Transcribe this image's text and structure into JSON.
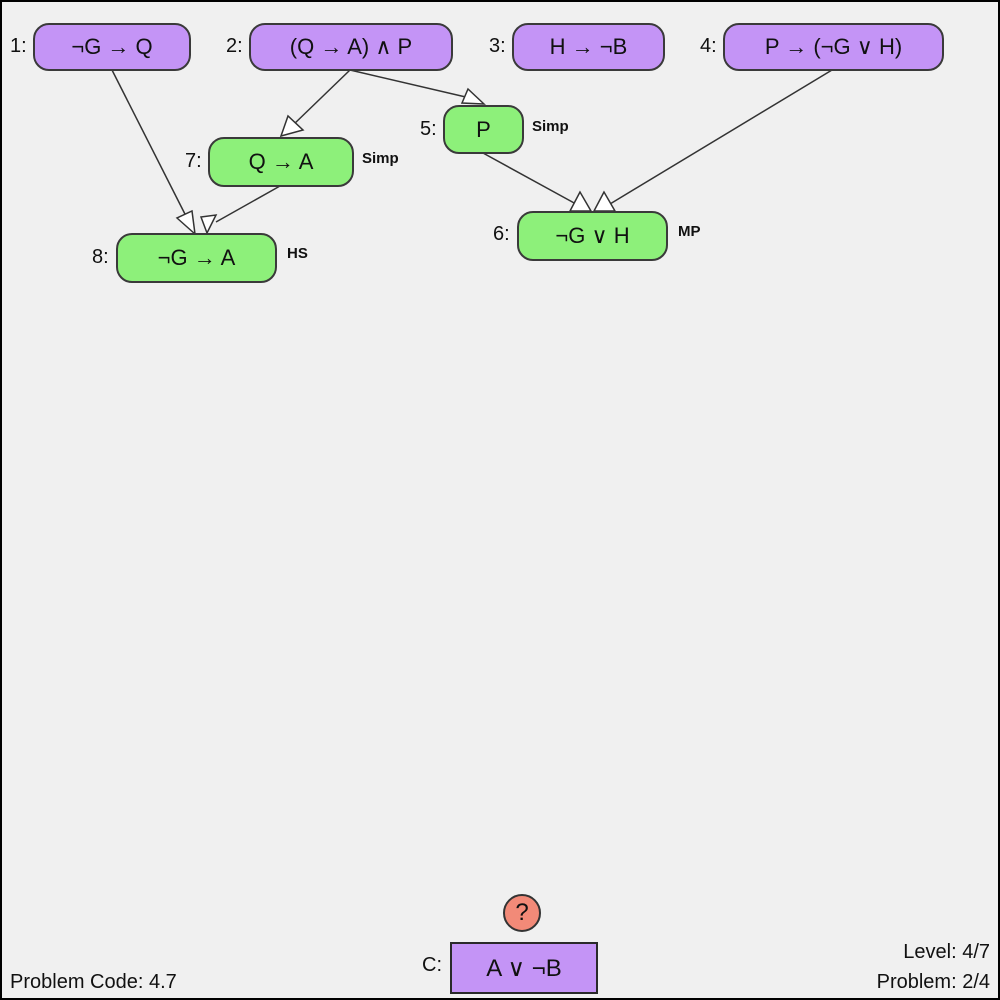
{
  "colors": {
    "premise": "#c494f6",
    "derived": "#8df07a",
    "goal": "#c494f6",
    "help_button": "#f28a78",
    "background": "#f0f0f0"
  },
  "premises": [
    {
      "number": "1:",
      "formula": "¬G → Q"
    },
    {
      "number": "2:",
      "formula": "(Q → A) ∧ P"
    },
    {
      "number": "3:",
      "formula": "H → ¬B"
    },
    {
      "number": "4:",
      "formula": "P → (¬G ∨ H)"
    }
  ],
  "derived": [
    {
      "number": "5:",
      "formula": "P",
      "rule": "Simp",
      "from": [
        "2:"
      ]
    },
    {
      "number": "6:",
      "formula": "¬G ∨ H",
      "rule": "MP",
      "from": [
        "5:",
        "4:"
      ]
    },
    {
      "number": "7:",
      "formula": "Q → A",
      "rule": "Simp",
      "from": [
        "2:"
      ]
    },
    {
      "number": "8:",
      "formula": "¬G → A",
      "rule": "HS",
      "from": [
        "1:",
        "7:"
      ]
    }
  ],
  "goal": {
    "label": "C:",
    "formula": "A ∨ ¬B"
  },
  "help_icon": "question-mark-icon",
  "help_symbol": "?",
  "footer": {
    "problem_code": "Problem Code: 4.7",
    "level": "Level: 4/7",
    "problem": "Problem: 2/4"
  }
}
